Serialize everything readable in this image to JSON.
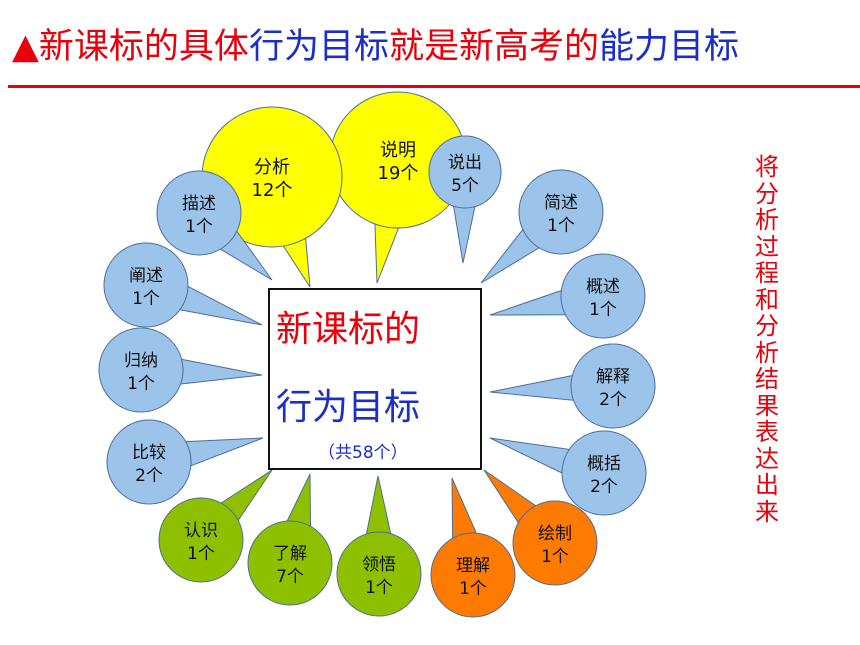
{
  "title": {
    "triangle": "▲",
    "part1": "新课标的具体",
    "part2": "行为目标",
    "part3": "就是",
    "part4": "新高考的",
    "part5": "能力目标"
  },
  "center": {
    "line1": "新课标的",
    "line2": "行为目标",
    "line3": "（共58个）"
  },
  "side_note": "将分析过程和分析结果表达出来",
  "colors": {
    "red": "#e8000b",
    "blue": "#1a2ec8",
    "bubble_blue": "#9cc3ea",
    "bubble_yellow": "#ffff00",
    "bubble_green": "#8fc000",
    "bubble_orange": "#ff7a00",
    "outline": "#4a6f9a"
  },
  "bubbles": [
    {
      "id": "shuoming",
      "name": "说明",
      "count": "19个",
      "color": "yellow"
    },
    {
      "id": "fenxi",
      "name": "分析",
      "count": "12个",
      "color": "yellow"
    },
    {
      "id": "shuochu",
      "name": "说出",
      "count": "5个",
      "color": "blue"
    },
    {
      "id": "miaoshu",
      "name": "描述",
      "count": "1个",
      "color": "blue"
    },
    {
      "id": "jianshu",
      "name": "简述",
      "count": "1个",
      "color": "blue"
    },
    {
      "id": "chanshu",
      "name": "阐述",
      "count": "1个",
      "color": "blue"
    },
    {
      "id": "gaishu",
      "name": "概述",
      "count": "1个",
      "color": "blue"
    },
    {
      "id": "guina",
      "name": "归纳",
      "count": "1个",
      "color": "blue"
    },
    {
      "id": "jieshi",
      "name": "解释",
      "count": "2个",
      "color": "blue"
    },
    {
      "id": "bijiao",
      "name": "比较",
      "count": "2个",
      "color": "blue"
    },
    {
      "id": "gaikuo",
      "name": "概括",
      "count": "2个",
      "color": "blue"
    },
    {
      "id": "renshi",
      "name": "认识",
      "count": "1个",
      "color": "green"
    },
    {
      "id": "liaojie",
      "name": "了解",
      "count": "7个",
      "color": "green"
    },
    {
      "id": "lingwu",
      "name": "领悟",
      "count": "1个",
      "color": "green"
    },
    {
      "id": "lijie",
      "name": "理解",
      "count": "1个",
      "color": "orange"
    },
    {
      "id": "huizhi",
      "name": "绘制",
      "count": "1个",
      "color": "orange"
    }
  ]
}
